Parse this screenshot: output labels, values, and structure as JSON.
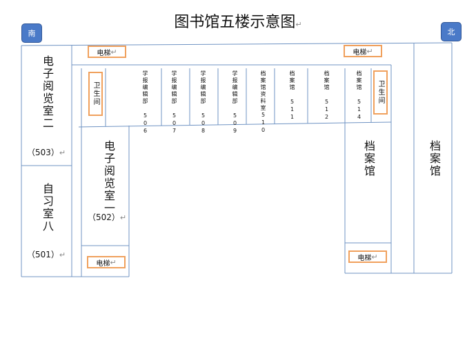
{
  "title": "图书馆五楼示意图",
  "mark": "↵",
  "compass": {
    "south": "南",
    "north": "北"
  },
  "elevator": "电梯",
  "wc": "卫生间",
  "rooms": {
    "e_reading_2": "电子阅览室二",
    "e_reading_2_no": "（503）",
    "study_8": "自习室八",
    "study_8_no": "（501）",
    "e_reading_1": "电子阅览室一",
    "e_reading_1_no": "（502）",
    "archive_a": "档案馆",
    "archive_b": "档案馆"
  },
  "corridor": [
    "学报编辑部 506",
    "学报编辑部 507",
    "学报编辑部 508",
    "学报编辑部 509",
    "档案馆资料室510",
    "档案馆 511",
    "档案馆 512",
    "档案馆 514"
  ],
  "colors": {
    "outline": "#6f93c3",
    "highlight": "#f0a05c",
    "compass": "#4a7ac8"
  }
}
